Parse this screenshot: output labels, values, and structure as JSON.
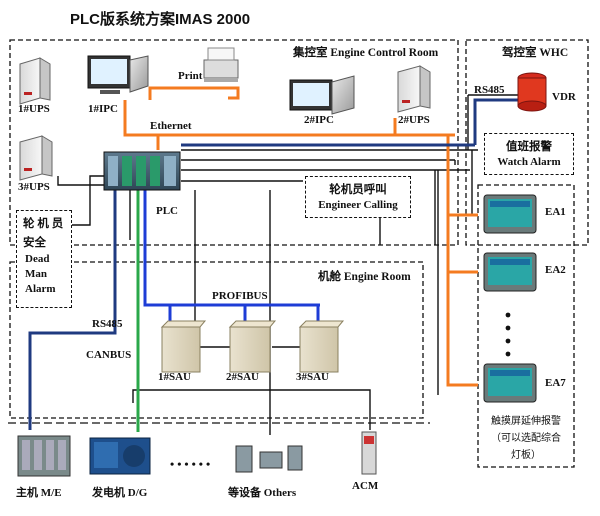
{
  "title": "PLC版系统方案IMAS  2000",
  "zones": {
    "ecr": "集控室  Engine Control Room",
    "whc": "驾控室  WHC",
    "er": "机舱  Engine Room"
  },
  "devices": {
    "ups1": "1#UPS",
    "ipc1": "1#IPC",
    "print": "Print",
    "ipc2": "2#IPC",
    "ups2": "2#UPS",
    "ups3": "3#UPS",
    "plc": "PLC",
    "vdr": "VDR",
    "sau1": "1#SAU",
    "sau2": "2#SAU",
    "sau3": "3#SAU",
    "ea1": "EA1",
    "ea2": "EA2",
    "ea7": "EA7",
    "main_engine": "主机  M/E",
    "generator": "发电机  D/G",
    "others": "等设备  Others",
    "acm": "ACM",
    "ellipsis": "• • • • • •"
  },
  "buses": {
    "ethernet": "Ethernet",
    "rs485_top": "RS485",
    "rs485_left": "RS485",
    "profibus": "PROFIBUS",
    "canbus": "CANBUS"
  },
  "boxes": {
    "watch_alarm_cn": "值班报警",
    "watch_alarm_en": "Watch Alarm",
    "engineer_calling_cn": "轮机员呼叫",
    "engineer_calling_en": "Engineer Calling",
    "deadman_1": "轮 机 员",
    "deadman_2": "安全",
    "deadman_3": "Dead",
    "deadman_4": "Man",
    "deadman_5": "Alarm",
    "touch_1": "触摸屏延伸报警",
    "touch_2": "（可以选配综合",
    "touch_3": "灯板）"
  },
  "colors": {
    "ethernet": "#f47b20",
    "rs485": "#1f3a80",
    "profibus": "#1e3cd6",
    "canbus": "#2aa84a",
    "line": "#111111"
  }
}
